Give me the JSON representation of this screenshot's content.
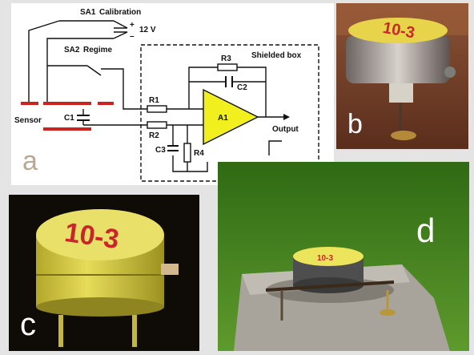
{
  "panels": {
    "a": {
      "letter": "a",
      "labels": {
        "sa1": "SA1",
        "calibration": "Calibration",
        "plus": "+",
        "minus": "–",
        "voltage": "12 V",
        "sa2": "SA2",
        "regime": "Regime",
        "shielded_box": "Shielded box",
        "r3": "R3",
        "c2": "C2",
        "r1": "R1",
        "r2": "R2",
        "c1": "C1",
        "sensor": "Sensor",
        "a1": "A1",
        "output": "Output",
        "c3": "C3",
        "r4": "R4"
      },
      "colors": {
        "sensor_plate": "#cc2222",
        "amplifier": "#f2ef1e",
        "wire": "#111111",
        "letter": "#b9a893"
      }
    },
    "b": {
      "letter": "b",
      "sensor_label": "10-3"
    },
    "c": {
      "letter": "c",
      "sensor_label": "10-3"
    },
    "d": {
      "letter": "d",
      "sensor_label": "10-3"
    }
  }
}
